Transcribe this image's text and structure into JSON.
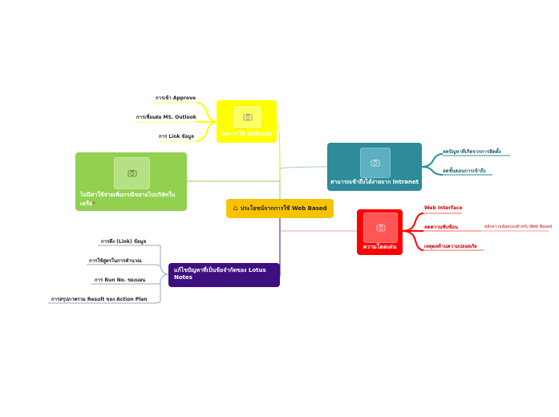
{
  "central": {
    "icon": "house-icon",
    "label": "ประโยชน์จากการใช้ Web Based"
  },
  "branches": {
    "yellow": {
      "label": "ลดการใช้ Outlook",
      "color": "#ffff00",
      "children": [
        "การเข้า Approve",
        "การเชื่อมต่อ MS. Outlook",
        "การ Link ข้อมูล"
      ]
    },
    "blue": {
      "label": "สามารถเข้าถึงได้ง่ายจาก Intranet",
      "color": "#2e8b9a",
      "children": [
        "ลดปัญหาที่เกิดจากการติดตั้ง",
        "ลดขั้นตอนการเข้าถึง"
      ]
    },
    "green": {
      "label": "ไม่มีค่าใช้จ่ายเพิ่มกรณีขยายไปบริษัทในเครือ",
      "color": "#92d050",
      "badge": "*"
    },
    "red": {
      "label": "ความโดดเด่น",
      "color": "#ff0000",
      "children": [
        "Web Interface",
        "ลดความซับซ้อน",
        "เหตุผลด้านความปลอดภัย"
      ],
      "sub": "หลักความคุ้มครองสำหรับ Web Based"
    },
    "purple": {
      "label": "แก้ไขปัญหาที่เป็นข้อจำกัดของ Lotus Notes",
      "color": "#3f0f7f",
      "children": [
        "การดึง (Link) ข้อมูล",
        "การใช้สูตรในการคำนวณ",
        "การ Run No. ของแผน",
        "การสรุปภาพรวม Result ของ Action Plan"
      ]
    }
  },
  "image_icon": "camera-icon"
}
